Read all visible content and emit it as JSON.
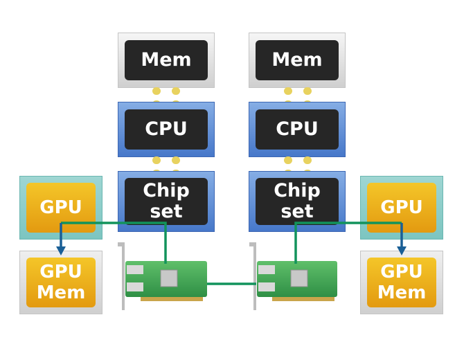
{
  "left": {
    "mem": "Mem",
    "cpu": "CPU",
    "chipset": "Chip\nset",
    "gpu": "GPU",
    "gpu_mem": "GPU\nMem"
  },
  "right": {
    "mem": "Mem",
    "cpu": "CPU",
    "chipset": "Chip\nset",
    "gpu": "GPU",
    "gpu_mem": "GPU\nMem"
  },
  "colors": {
    "link_green": "#12935c",
    "arrow_blue": "#1a5f96",
    "bus_dots": "#e8d25f",
    "gpu_gold": "#f0b21c",
    "nic_green": "#2f9a4f"
  }
}
